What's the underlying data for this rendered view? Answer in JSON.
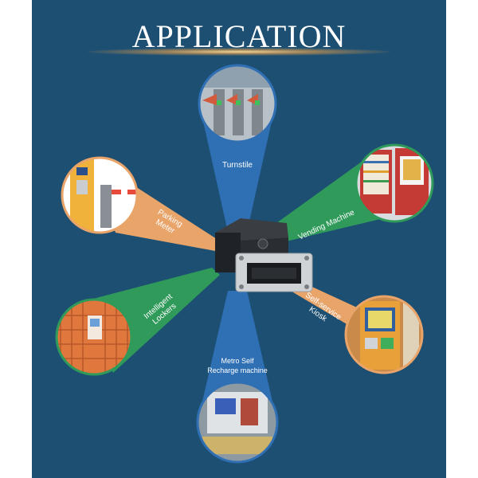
{
  "page": {
    "title": "APPLICATION"
  },
  "colors": {
    "panel": "#1d4f72",
    "blue_beam": "#2f6fb4",
    "green_beam": "#2f9a5a",
    "orange_beam": "#e9a46a"
  },
  "applications": {
    "turnstile": "Turnstile",
    "vending_machine": "Vending Machine",
    "parking_meter_line1": "Parking",
    "parking_meter_line2": "Meter",
    "self_service_kiosk_line1": "Self-service",
    "self_service_kiosk_line2": "Kiosk",
    "intelligent_lockers_line1": "Intelligent",
    "intelligent_lockers_line2": "Lockers",
    "metro_line1": "Metro Self",
    "metro_line2": "Recharge machine"
  },
  "device": {
    "icon": "scanner-device-icon"
  }
}
